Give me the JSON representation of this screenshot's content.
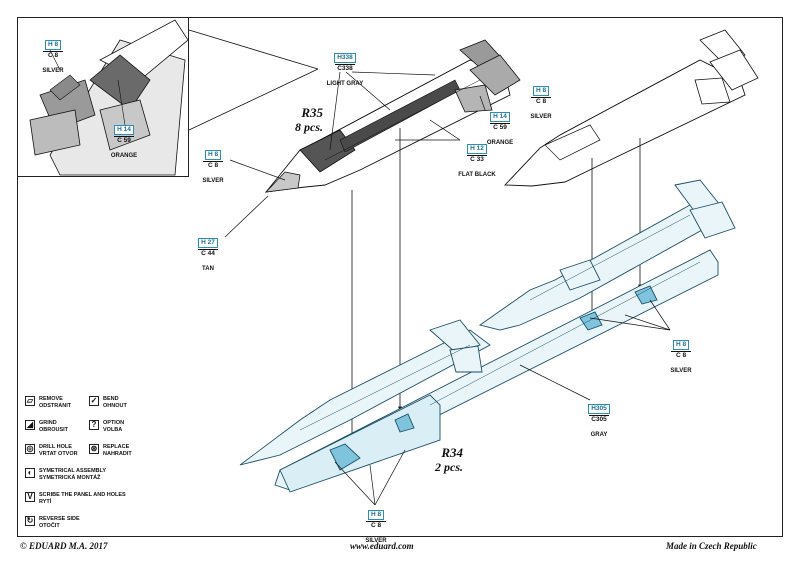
{
  "parts": {
    "r35": {
      "title": "R35",
      "qty": "8 pcs."
    },
    "r34": {
      "title": "R34",
      "qty": "2 pcs."
    }
  },
  "callouts": [
    {
      "id": "inset-silver",
      "h": "H 8",
      "c": "C 8",
      "name": "SILVER"
    },
    {
      "id": "inset-orange",
      "h": "H 14",
      "c": "C 59",
      "name": "ORANGE"
    },
    {
      "id": "light-gray",
      "h": "H338",
      "c": "C338",
      "name": "LIGHT GRAY"
    },
    {
      "id": "fin-silver",
      "h": "H 8",
      "c": "C 8",
      "name": "SILVER"
    },
    {
      "id": "fin-orange",
      "h": "H 14",
      "c": "C 59",
      "name": "ORANGE"
    },
    {
      "id": "nose-silver",
      "h": "H 8",
      "c": "C 8",
      "name": "SILVER"
    },
    {
      "id": "flat-black",
      "h": "H 12",
      "c": "C 33",
      "name": "FLAT BLACK"
    },
    {
      "id": "tan",
      "h": "H 27",
      "c": "C 44",
      "name": "TAN"
    },
    {
      "id": "rail-silver",
      "h": "H 8",
      "c": "C 8",
      "name": "SILVER"
    },
    {
      "id": "gray",
      "h": "H305",
      "c": "C305",
      "name": "GRAY"
    },
    {
      "id": "bottom-silver",
      "h": "H 8",
      "c": "C 8",
      "name": "SILVER"
    }
  ],
  "legend": [
    {
      "icon": "remove-icon",
      "glyph": "▱",
      "line1": "REMOVE",
      "line2": "ODSTRANIT"
    },
    {
      "icon": "bend-icon",
      "glyph": "✓",
      "line1": "BEND",
      "line2": "OHNOUT"
    },
    {
      "icon": "grind-icon",
      "glyph": "◢",
      "line1": "GRIND",
      "line2": "OBROUSIT"
    },
    {
      "icon": "option-icon",
      "glyph": "?",
      "line1": "OPTION",
      "line2": "VOLBA"
    },
    {
      "icon": "drill-hole-icon",
      "glyph": "◎",
      "line1": "DRILL HOLE",
      "line2": "VRTAT OTVOR"
    },
    {
      "icon": "replace-icon",
      "glyph": "⊛",
      "line1": "REPLACE",
      "line2": "NAHRADIT"
    },
    {
      "icon": "symmetrical-assembly-icon",
      "glyph": "◐",
      "line1": "SYMETRICAL ASSEMBLY",
      "line2": "SYMETRICKÁ MONTÁŽ"
    },
    {
      "icon": "scribe-icon",
      "glyph": "V",
      "line1": "SCRIBE THE PANEL AND HOLES",
      "line2": "RYTÍ"
    },
    {
      "icon": "reverse-side-icon",
      "glyph": "↻",
      "line1": "REVERSE SIDE",
      "line2": "OTOČIT"
    }
  ],
  "footer": {
    "left": "© EDUARD  M.A. 2017",
    "center": "www.eduard.com",
    "right": "Made in Czech Republic"
  },
  "colors": {
    "accent": "#2a8fb4",
    "line": "#1a1a1a",
    "metal": "#c8c8c8",
    "dark": "#3a3a3a"
  }
}
